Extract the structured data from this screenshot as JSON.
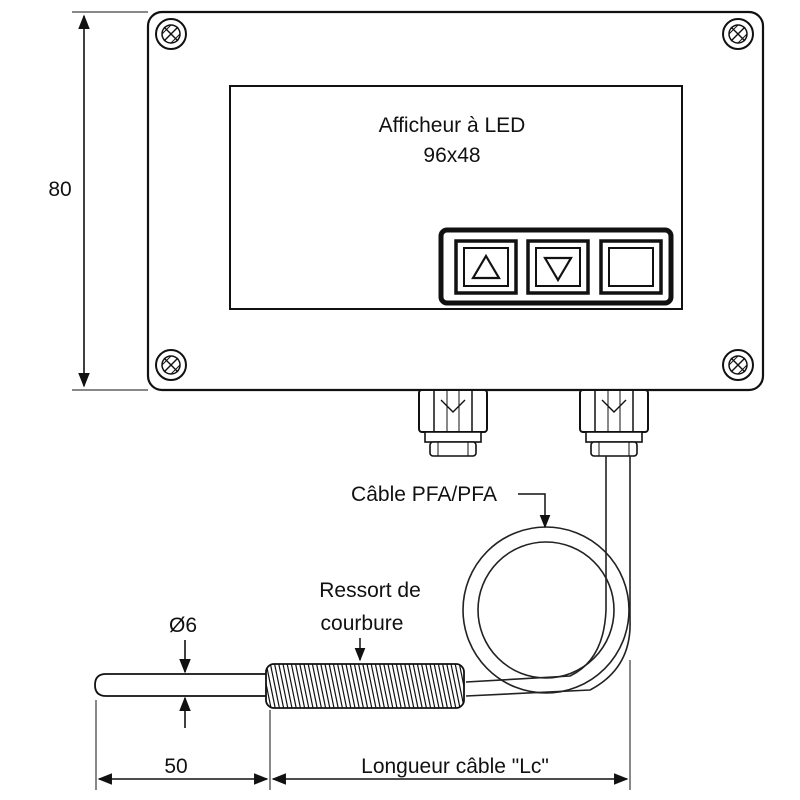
{
  "display": {
    "line1": "Afficheur à LED",
    "line2": "96x48"
  },
  "buttons": [
    {
      "icon": "triangle-up-icon"
    },
    {
      "icon": "triangle-down-icon"
    },
    {
      "icon": "square-icon"
    }
  ],
  "dimensions": {
    "height": "80",
    "probe_length": "50",
    "diameter": "Ø6",
    "cable_length": "Longueur câble \"Lc\""
  },
  "labels": {
    "cable": "Câble PFA/PFA",
    "spring_line1": "Ressort de",
    "spring_line2": "courbure"
  },
  "colors": {
    "line": "#111111",
    "cable": "#444444",
    "background": "#ffffff"
  }
}
